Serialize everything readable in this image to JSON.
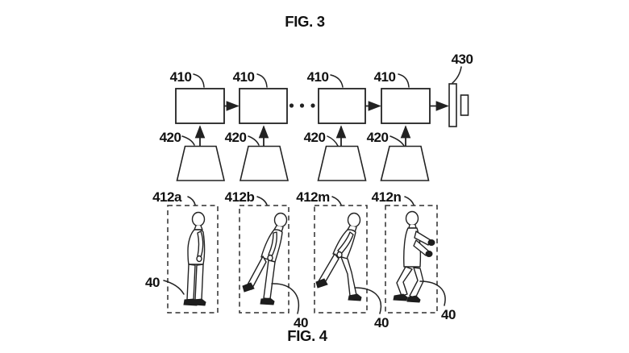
{
  "fig3": {
    "title": "FIG. 3",
    "processing_boxes": [
      {
        "label": "410"
      },
      {
        "label": "410"
      },
      {
        "label": "410"
      },
      {
        "label": "410"
      }
    ],
    "input_stages": [
      {
        "label": "420"
      },
      {
        "label": "420"
      },
      {
        "label": "420"
      },
      {
        "label": "420"
      }
    ],
    "output": {
      "label": "430"
    }
  },
  "fig4": {
    "title": "FIG. 4",
    "frames": [
      {
        "label": "412a"
      },
      {
        "label": "412b"
      },
      {
        "label": "412m"
      },
      {
        "label": "412n"
      }
    ],
    "person_refs": [
      "40",
      "40",
      "40",
      "40"
    ]
  },
  "colors": {
    "ink": "#222222",
    "background": "#ffffff"
  }
}
